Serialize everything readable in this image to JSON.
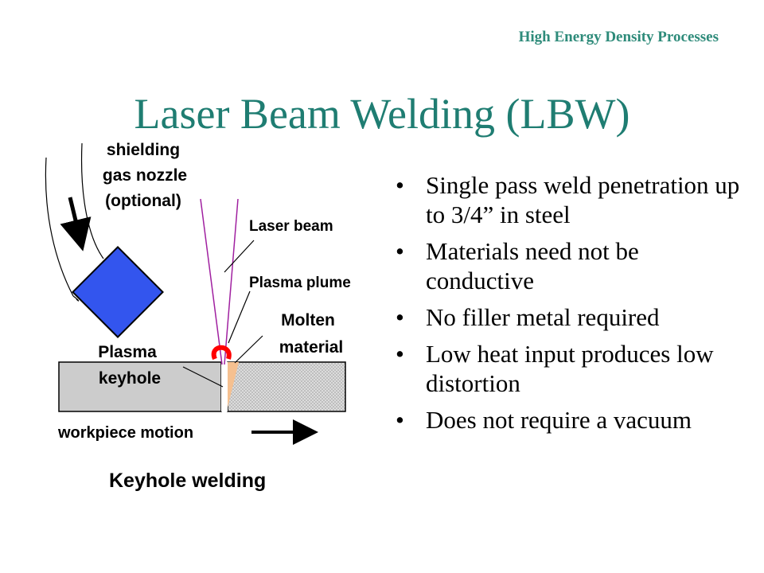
{
  "header": {
    "text": "High Energy Density Processes"
  },
  "title": "Laser Beam Welding (LBW)",
  "bullets": [
    {
      "text": "Single pass weld penetration up to 3/4” in steel"
    },
    {
      "text": "Materials need not be conductive"
    },
    {
      "text": "No filler metal required"
    },
    {
      "text": "Low  heat input produces low  distortion"
    },
    {
      "text": "Does not require a vacuum"
    }
  ],
  "bullet_glyph": "•",
  "diagram": {
    "labels": {
      "nozzle_1": "shielding",
      "nozzle_2": "gas nozzle",
      "nozzle_3": "(optional)",
      "laser_beam": "Laser beam",
      "plasma_plume": "Plasma plume",
      "molten_1": "Molten",
      "molten_2": "material",
      "keyhole_1": "Plasma",
      "keyhole_2": "keyhole",
      "motion": "workpiece motion",
      "caption": "Keyhole welding"
    },
    "colors": {
      "nozzle": "#3355ee",
      "laser": "#a020a0",
      "plume": "#ff0000",
      "molten": "#f5c090",
      "workpiece": "#cccccc"
    }
  }
}
